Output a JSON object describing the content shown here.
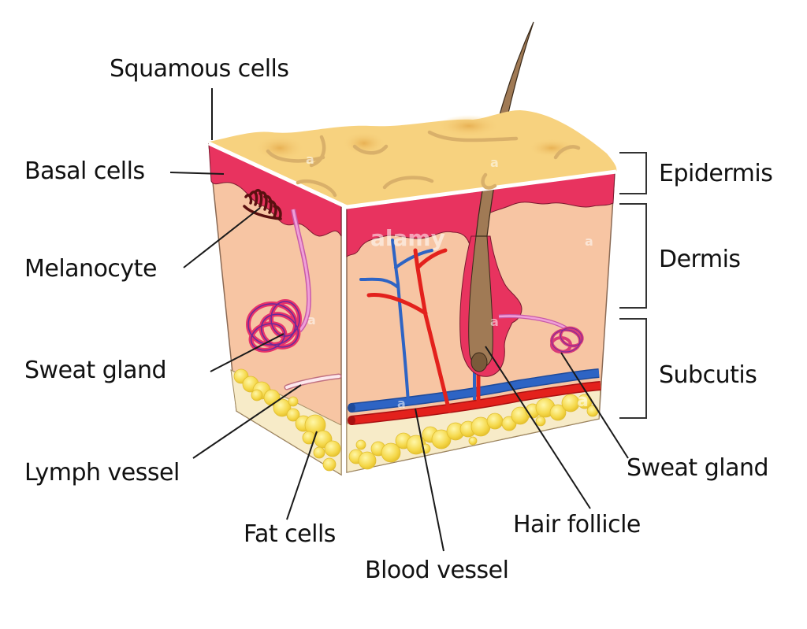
{
  "title": "Skin layers cross-section",
  "labels": {
    "squamous_cells": "Squamous cells",
    "basal_cells": "Basal cells",
    "melanocyte": "Melanocyte",
    "sweat_gland_left": "Sweat gland",
    "lymph_vessel": "Lymph vessel",
    "fat_cells": "Fat cells",
    "blood_vessel": "Blood vessel",
    "hair_follicle": "Hair follicle",
    "sweat_gland_right": "Sweat gland",
    "epidermis": "Epidermis",
    "dermis": "Dermis",
    "subcutis": "Subcutis"
  },
  "watermark": {
    "brand": "alamy",
    "mark": "a"
  },
  "colors": {
    "surface": "#f7d27f",
    "surface_shadow": "#e8b55a",
    "epidermis": "#e8335f",
    "dermis": "#f7c5a3",
    "subcutis": "#f7ebc8",
    "fat": "#f7dc50",
    "artery": "#e3211c",
    "vein": "#2e64c4",
    "gland": "#d93a78",
    "hair": "#a07a55",
    "melanin": "#5a1010",
    "text": "#111111"
  }
}
